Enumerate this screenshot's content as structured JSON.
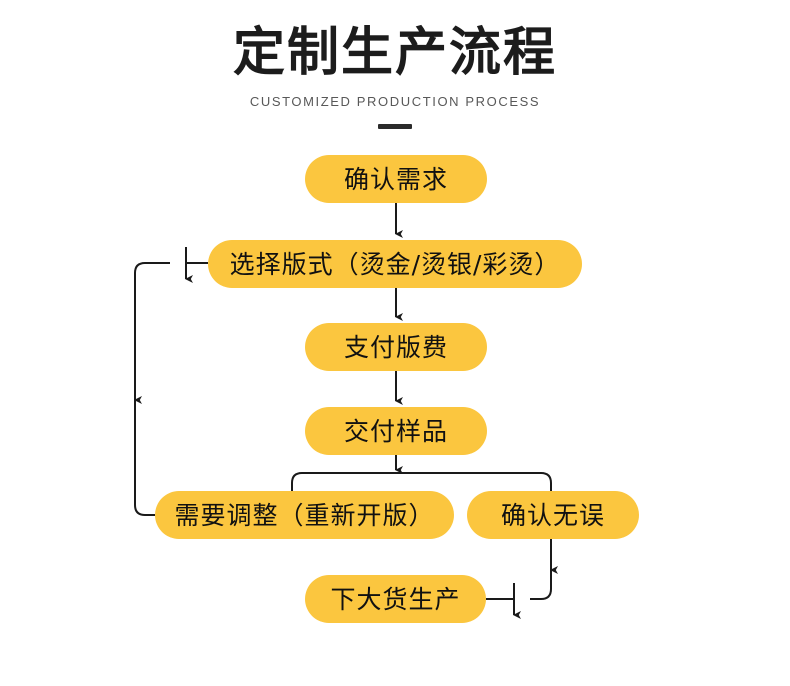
{
  "header": {
    "title": "定制生产流程",
    "subtitle": "CUSTOMIZED PRODUCTION PROCESS",
    "rule": "divider-rule"
  },
  "theme": {
    "node_fill": "#fbc63f",
    "node_text": "#111111",
    "connector": "#1a1a1a",
    "background": "#ffffff",
    "title_color": "#1c1c1c",
    "subtitle_color": "#585858"
  },
  "flowchart": {
    "type": "flowchart",
    "orientation": "top-to-bottom",
    "nodes": [
      {
        "id": "confirm-requirement",
        "label": "确认需求"
      },
      {
        "id": "select-style",
        "label": "选择版式（烫金/烫银/彩烫）"
      },
      {
        "id": "pay-plate-fee",
        "label": "支付版费"
      },
      {
        "id": "deliver-sample",
        "label": "交付样品"
      },
      {
        "id": "need-adjust",
        "label": "需要调整（重新开版）"
      },
      {
        "id": "confirm-ok",
        "label": "确认无误"
      },
      {
        "id": "bulk-production",
        "label": "下大货生产"
      }
    ],
    "edges": [
      {
        "from": "confirm-requirement",
        "to": "select-style",
        "style": "straight-down-arrow"
      },
      {
        "from": "select-style",
        "to": "pay-plate-fee",
        "style": "straight-down-arrow"
      },
      {
        "from": "pay-plate-fee",
        "to": "deliver-sample",
        "style": "straight-down-arrow"
      },
      {
        "from": "deliver-sample",
        "to": "branch-split",
        "style": "straight-down-arrow"
      },
      {
        "from": "branch-split",
        "to": "need-adjust",
        "style": "elbow-left"
      },
      {
        "from": "branch-split",
        "to": "confirm-ok",
        "style": "elbow-right"
      },
      {
        "from": "need-adjust",
        "to": "select-style",
        "style": "loop-back-left-arrow"
      },
      {
        "from": "confirm-ok",
        "to": "bulk-production",
        "style": "elbow-down-left-arrow"
      }
    ]
  }
}
